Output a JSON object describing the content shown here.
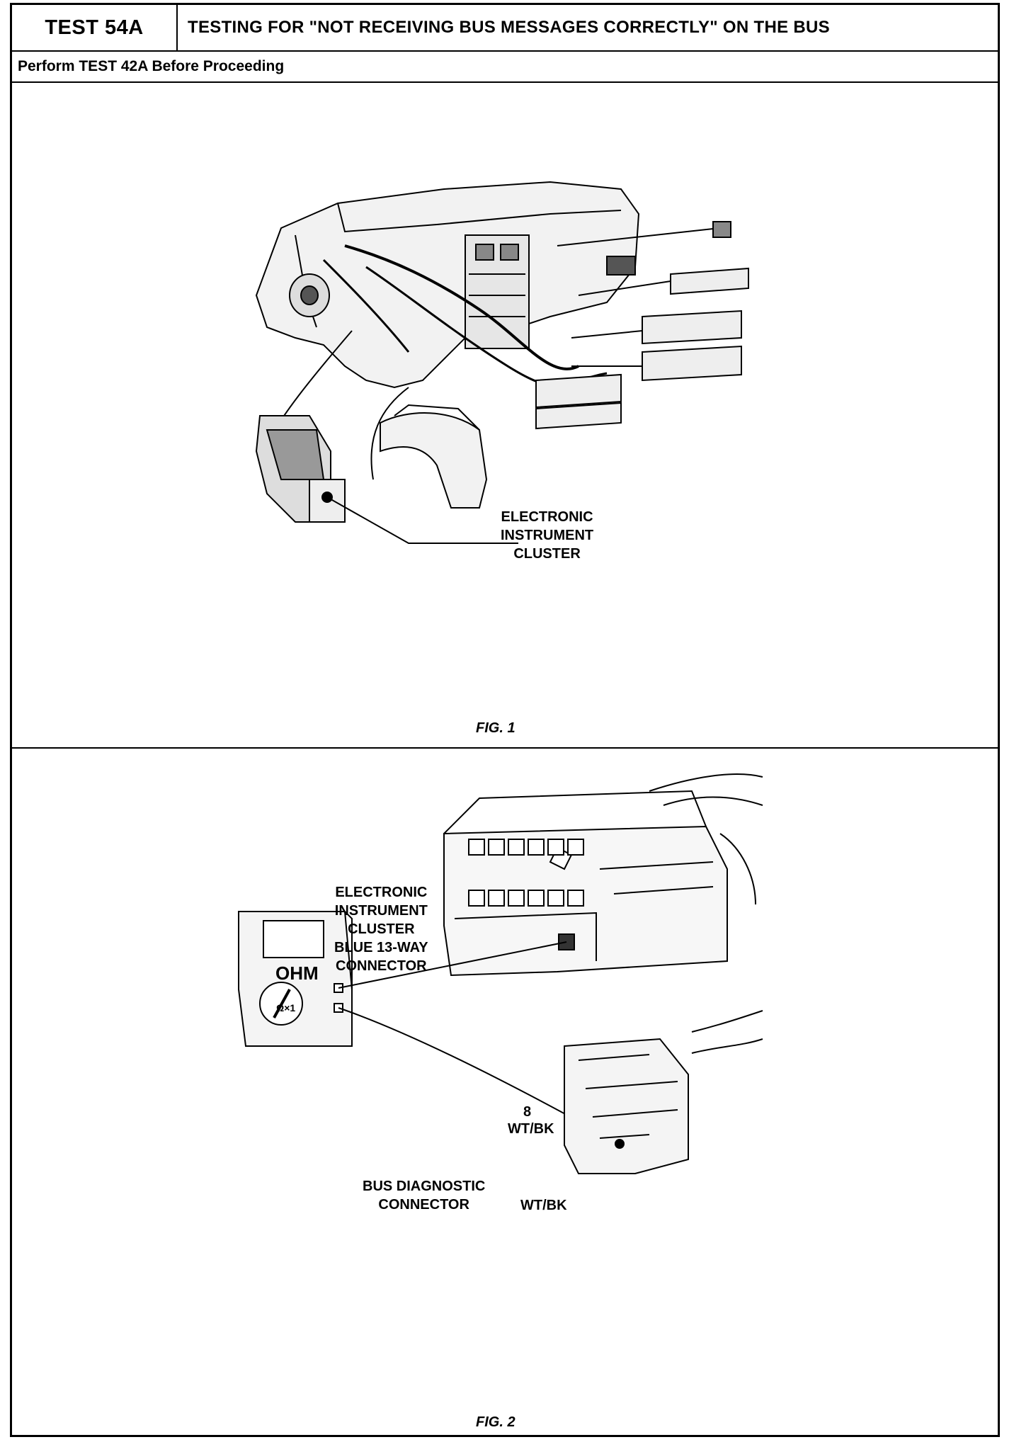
{
  "header": {
    "test_id": "TEST 54A",
    "title": "TESTING FOR \"NOT RECEIVING BUS MESSAGES CORRECTLY\" ON THE BUS"
  },
  "prerequisite": "Perform TEST 42A Before Proceeding",
  "fig1": {
    "caption": "FIG. 1",
    "callout_lines": [
      "ELECTRONIC",
      "INSTRUMENT",
      "CLUSTER"
    ]
  },
  "fig2": {
    "caption": "FIG. 2",
    "connector_label_lines": [
      "ELECTRONIC",
      "INSTRUMENT",
      "CLUSTER",
      "BLUE 13-WAY",
      "CONNECTOR"
    ],
    "meter_display": "OHM",
    "meter_range": "Ω×1",
    "pin_number": "8",
    "pin_wire": "WT/BK",
    "diag_label_lines": [
      "BUS DIAGNOSTIC",
      "CONNECTOR"
    ],
    "diag_wire": "WT/BK"
  }
}
